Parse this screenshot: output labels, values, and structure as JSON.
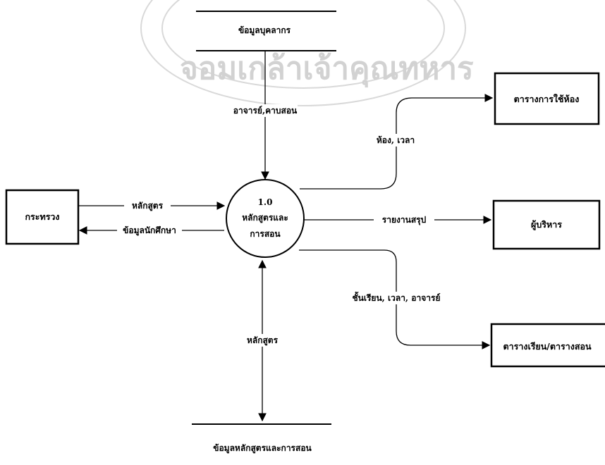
{
  "process": {
    "number": "1.0",
    "name_line1": "หลักสูตรและ",
    "name_line2": "การสอน"
  },
  "entities": {
    "ministry": "กระทรวง",
    "room_schedule": "ตารางการใช้ห้อง",
    "executive": "ผู้บริหาร",
    "class_schedule": "ตารางเรียน/ตารางสอน"
  },
  "datastores": {
    "personnel": "ข้อมูลบุคลากร",
    "curriculum": "ข้อมูลหลักสูตรและการสอน"
  },
  "flows": {
    "teacher_period": "อาจารย์,คาบสอน",
    "curriculum_in": "หลักสูตร",
    "student_data": "ข้อมูลนักศึกษา",
    "room_time": "ห้อง, เวลา",
    "summary_report": "รายงานสรุป",
    "class_time_teacher": "ชั้นเรียน, เวลา, อาจารย์",
    "curriculum_store": "หลักสูตร"
  },
  "watermark": {
    "text": "จอมเกล้าเจ้าคุณทหาร"
  }
}
